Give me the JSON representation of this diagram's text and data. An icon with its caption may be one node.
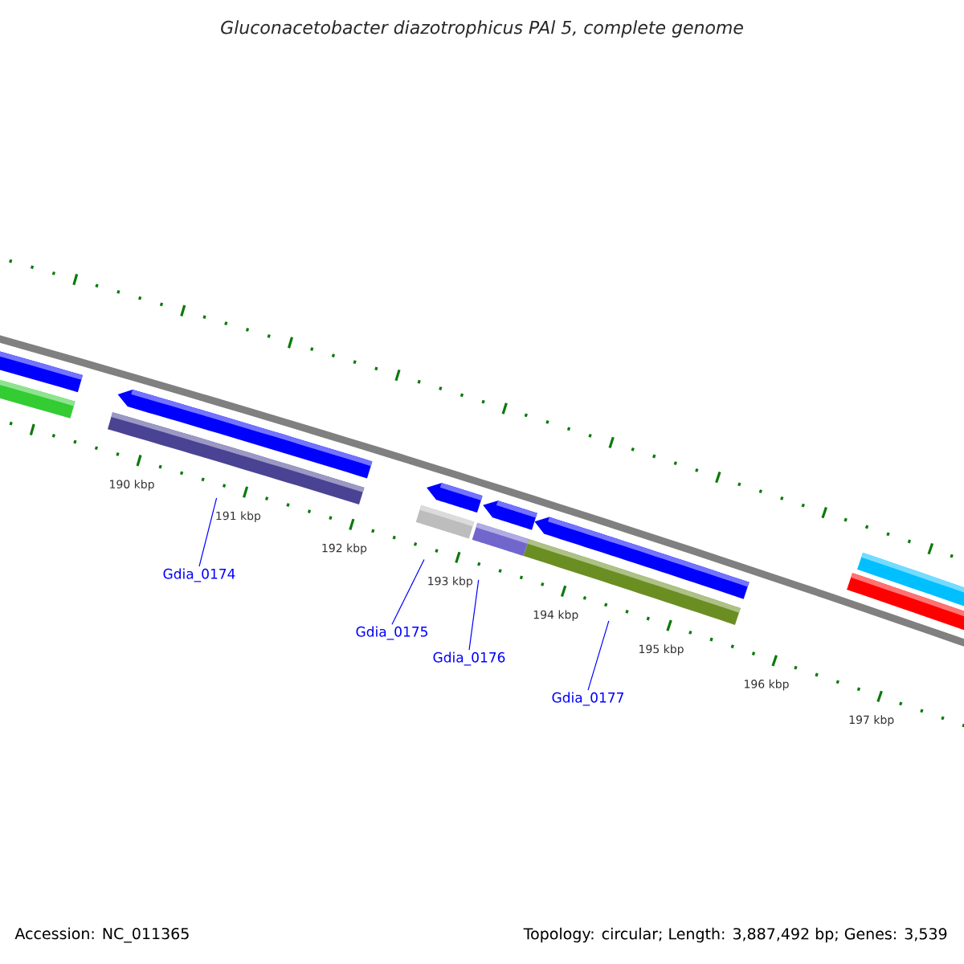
{
  "diagram": {
    "title": "Gluconacetobacter diazotrophicus PAl 5, complete genome",
    "nodes": [
      {
        "text": [],
        "shape": "bar"
      },
      {
        "text": [],
        "shape": "bar"
      },
      {
        "text": [],
        "shape": "bar"
      },
      {
        "text": [],
        "shape": "bar"
      },
      {
        "text": [
          "Gdia_0174"
        ]
      },
      {
        "text": [
          "Gdia_0175"
        ]
      },
      {
        "text": [
          "Gdia_0176"
        ]
      },
      {
        "text": [
          "Gdia_0177"
        ]
      }
    ],
    "edges": [
      {
        "from": 4,
        "to": 0,
        "arrow": "none"
      },
      {
        "from": 5,
        "to": 1,
        "arrow": "none"
      },
      {
        "from": 6,
        "to": 2,
        "arrow": "none"
      },
      {
        "from": 7,
        "to": 3,
        "arrow": "none"
      }
    ],
    "labels": [
      "190 kbp",
      "191 kbp",
      "192 kbp",
      "193 kbp",
      "194 kbp",
      "195 kbp",
      "196 kbp",
      "197 kbp",
      "Accession: NC_011365",
      "Topology: circular; Length: 3,887,492 bp; Genes: 3,539"
    ]
  }
}
